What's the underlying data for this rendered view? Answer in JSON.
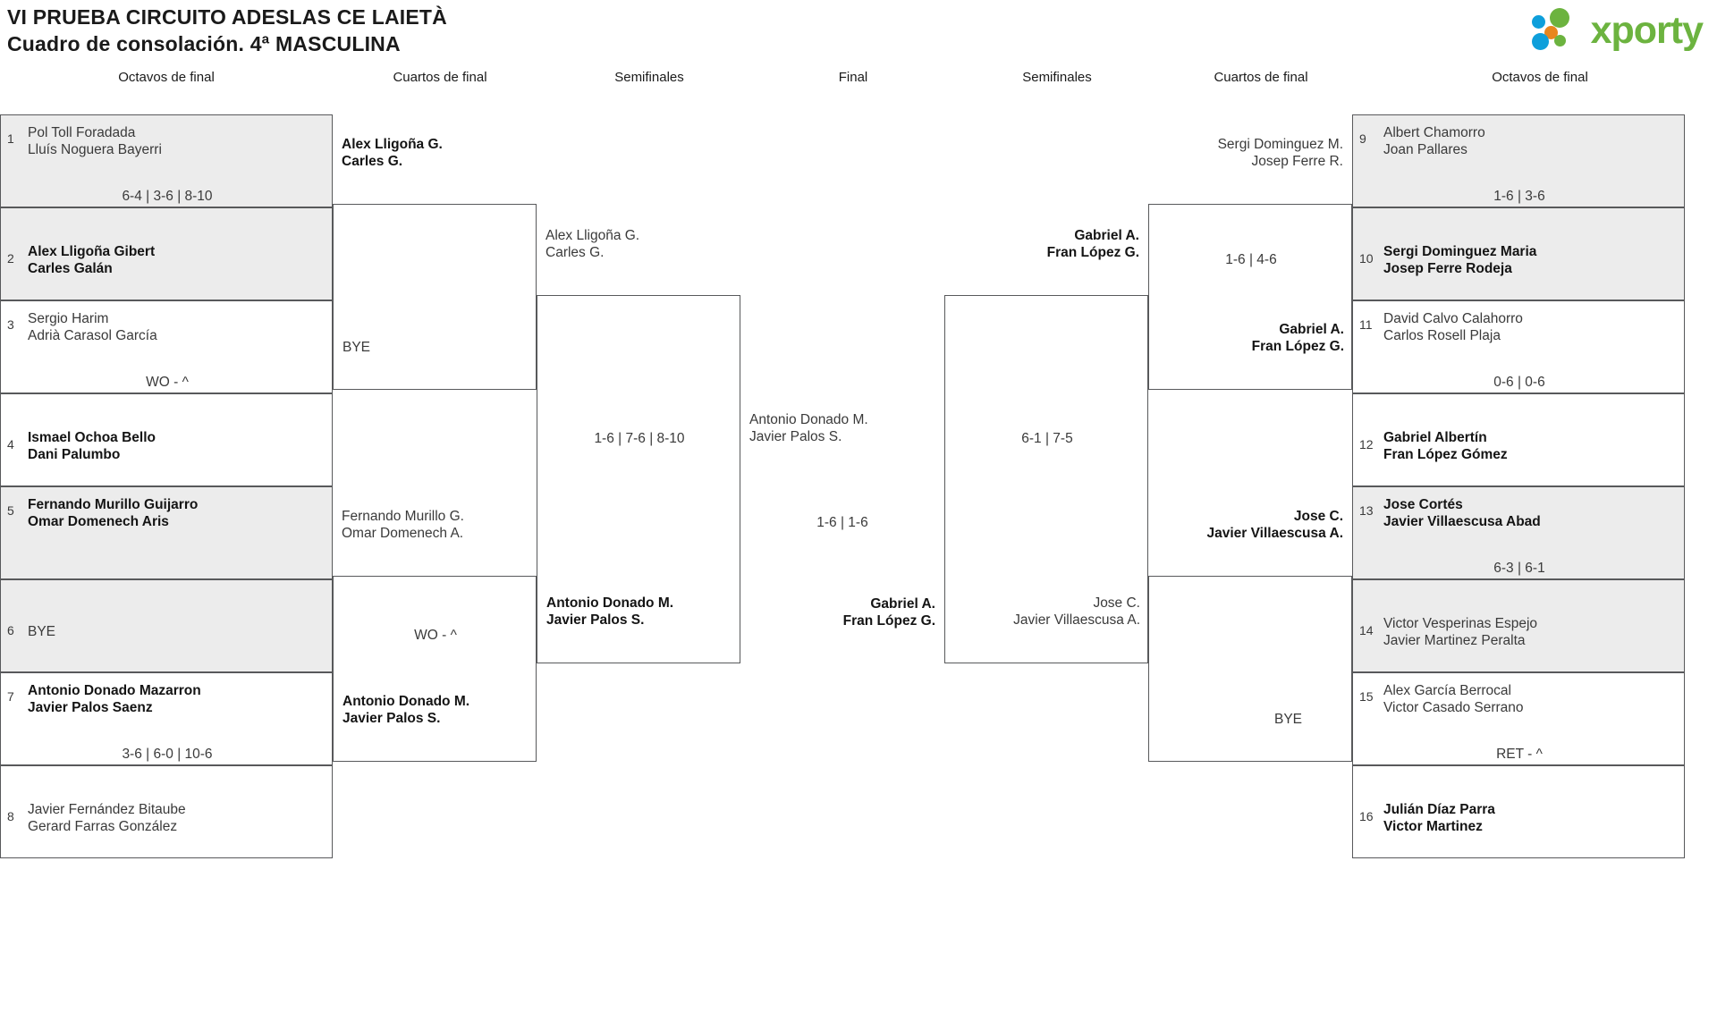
{
  "header": {
    "title_line1": "VI PRUEBA CIRCUITO ADESLAS CE LAIETÀ",
    "title_line2": "Cuadro de consolación. 4ª MASCULINA",
    "logo_text": "xporty",
    "logo_colors": {
      "green": "#6cb33f",
      "blue": "#0e9fdb",
      "orange": "#e8861e"
    }
  },
  "round_headers": [
    {
      "label": "Octavos de final"
    },
    {
      "label": "Cuartos de final"
    },
    {
      "label": "Semifinales"
    },
    {
      "label": "Final"
    },
    {
      "label": "Semifinales"
    },
    {
      "label": "Cuartos de final"
    },
    {
      "label": "Octavos de final"
    }
  ],
  "bracket": {
    "left_r16": [
      {
        "seed": "1",
        "p1": "Pol Toll Foradada",
        "p2": "Lluís Noguera Bayerri",
        "winner": false,
        "shaded": true
      },
      {
        "seed": "2",
        "p1": "Alex Lligoña Gibert",
        "p2": "Carles Galán",
        "winner": true,
        "shaded": true,
        "score": "6-4 | 3-6 | 8-10"
      },
      {
        "seed": "3",
        "p1": "Sergio Harim",
        "p2": "Adrià Carasol García",
        "winner": false,
        "shaded": false
      },
      {
        "seed": "4",
        "p1": "Ismael Ochoa Bello",
        "p2": "Dani Palumbo",
        "winner": true,
        "shaded": false,
        "score": "WO - ^"
      },
      {
        "seed": "5",
        "p1": "Fernando Murillo Guijarro",
        "p2": "Omar Domenech Aris",
        "winner": true,
        "shaded": true
      },
      {
        "seed": "6",
        "p1": "BYE",
        "p2": "",
        "winner": false,
        "shaded": true,
        "score": ""
      },
      {
        "seed": "7",
        "p1": "Antonio Donado Mazarron",
        "p2": "Javier Palos Saenz",
        "winner": true,
        "shaded": false,
        "score": "3-6 | 6-0 | 10-6"
      },
      {
        "seed": "8",
        "p1": "Javier Fernández Bitaube",
        "p2": "Gerard Farras González",
        "winner": false,
        "shaded": false
      }
    ],
    "left_qf": [
      {
        "p1": "Alex Lligoña G.",
        "p2": "Carles G.",
        "winner": true
      },
      {
        "p1": "BYE",
        "p2": "",
        "winner": false,
        "score": ""
      },
      {
        "p1": "Fernando Murillo G.",
        "p2": "Omar Domenech A.",
        "winner": false,
        "score": "WO - ^"
      },
      {
        "p1": "Antonio Donado M.",
        "p2": "Javier Palos S.",
        "winner": true
      }
    ],
    "left_sf": [
      {
        "p1": "Alex Lligoña G.",
        "p2": "Carles G.",
        "winner": false,
        "score": "1-6 | 7-6 | 8-10"
      },
      {
        "p1": "Antonio Donado M.",
        "p2": "Javier Palos S.",
        "winner": true
      }
    ],
    "final": [
      {
        "p1": "Antonio Donado M.",
        "p2": "Javier Palos S.",
        "winner": false,
        "score": "1-6 | 1-6"
      },
      {
        "p1": "Gabriel A.",
        "p2": "Fran López G.",
        "winner": true
      }
    ],
    "right_sf": [
      {
        "p1": "Gabriel A.",
        "p2": "Fran López G.",
        "winner": true,
        "score": "6-1 | 7-5"
      },
      {
        "p1": "Jose C.",
        "p2": "Javier Villaescusa A.",
        "winner": false
      }
    ],
    "right_qf": [
      {
        "p1": "Sergi Dominguez M.",
        "p2": "Josep Ferre R.",
        "winner": false,
        "score": "1-6 | 4-6"
      },
      {
        "p1": "Gabriel A.",
        "p2": "Fran López G.",
        "winner": true
      },
      {
        "p1": "Jose C.",
        "p2": "Javier Villaescusa A.",
        "winner": true,
        "score": ""
      },
      {
        "p1": "BYE",
        "p2": "",
        "winner": false
      }
    ],
    "right_r16": [
      {
        "seed": "9",
        "p1": "Albert Chamorro",
        "p2": "Joan Pallares",
        "winner": false,
        "shaded": true
      },
      {
        "seed": "10",
        "p1": "Sergi Dominguez Maria",
        "p2": "Josep Ferre Rodeja",
        "winner": true,
        "shaded": true,
        "score": "1-6 | 3-6"
      },
      {
        "seed": "11",
        "p1": "David Calvo Calahorro",
        "p2": "Carlos Rosell Plaja",
        "winner": false,
        "shaded": false
      },
      {
        "seed": "12",
        "p1": "Gabriel Albertín",
        "p2": "Fran López Gómez",
        "winner": true,
        "shaded": false,
        "score": "0-6 | 0-6"
      },
      {
        "seed": "13",
        "p1": "Jose Cortés",
        "p2": "Javier Villaescusa Abad",
        "winner": true,
        "shaded": true,
        "score": "6-3 | 6-1"
      },
      {
        "seed": "14",
        "p1": "Victor Vesperinas Espejo",
        "p2": "Javier Martinez Peralta",
        "winner": false,
        "shaded": true
      },
      {
        "seed": "15",
        "p1": "Alex García Berrocal",
        "p2": "Victor Casado Serrano",
        "winner": false,
        "shaded": false,
        "score": "RET - ^"
      },
      {
        "seed": "16",
        "p1": "Julián Díaz Parra",
        "p2": "Victor Martinez",
        "winner": true,
        "shaded": false
      }
    ],
    "bye_labels": {
      "left_qf_bye": "BYE",
      "right_qf_bye": "BYE",
      "left_r16_bye": "BYE"
    }
  }
}
